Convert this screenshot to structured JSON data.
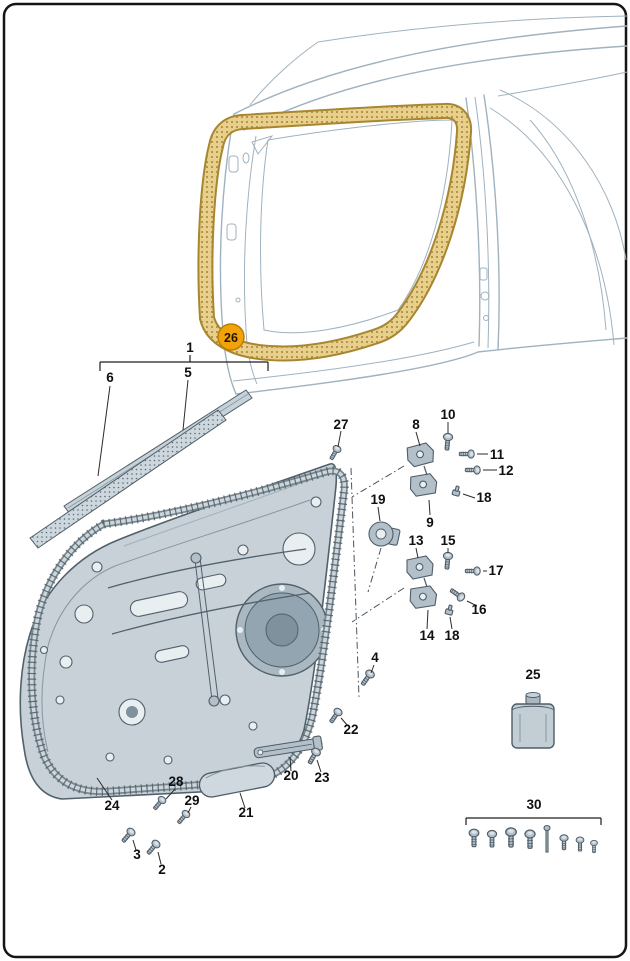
{
  "diagram": {
    "highlight_color": "#f2a30a",
    "seal_color": "#e8d08c",
    "callouts": [
      "1",
      "2",
      "3",
      "4",
      "5",
      "6",
      "8",
      "9",
      "10",
      "11",
      "12",
      "13",
      "14",
      "15",
      "16",
      "17",
      "18",
      "18",
      "19",
      "20",
      "21",
      "22",
      "23",
      "24",
      "25",
      "26",
      "27",
      "28",
      "29",
      "30"
    ]
  }
}
